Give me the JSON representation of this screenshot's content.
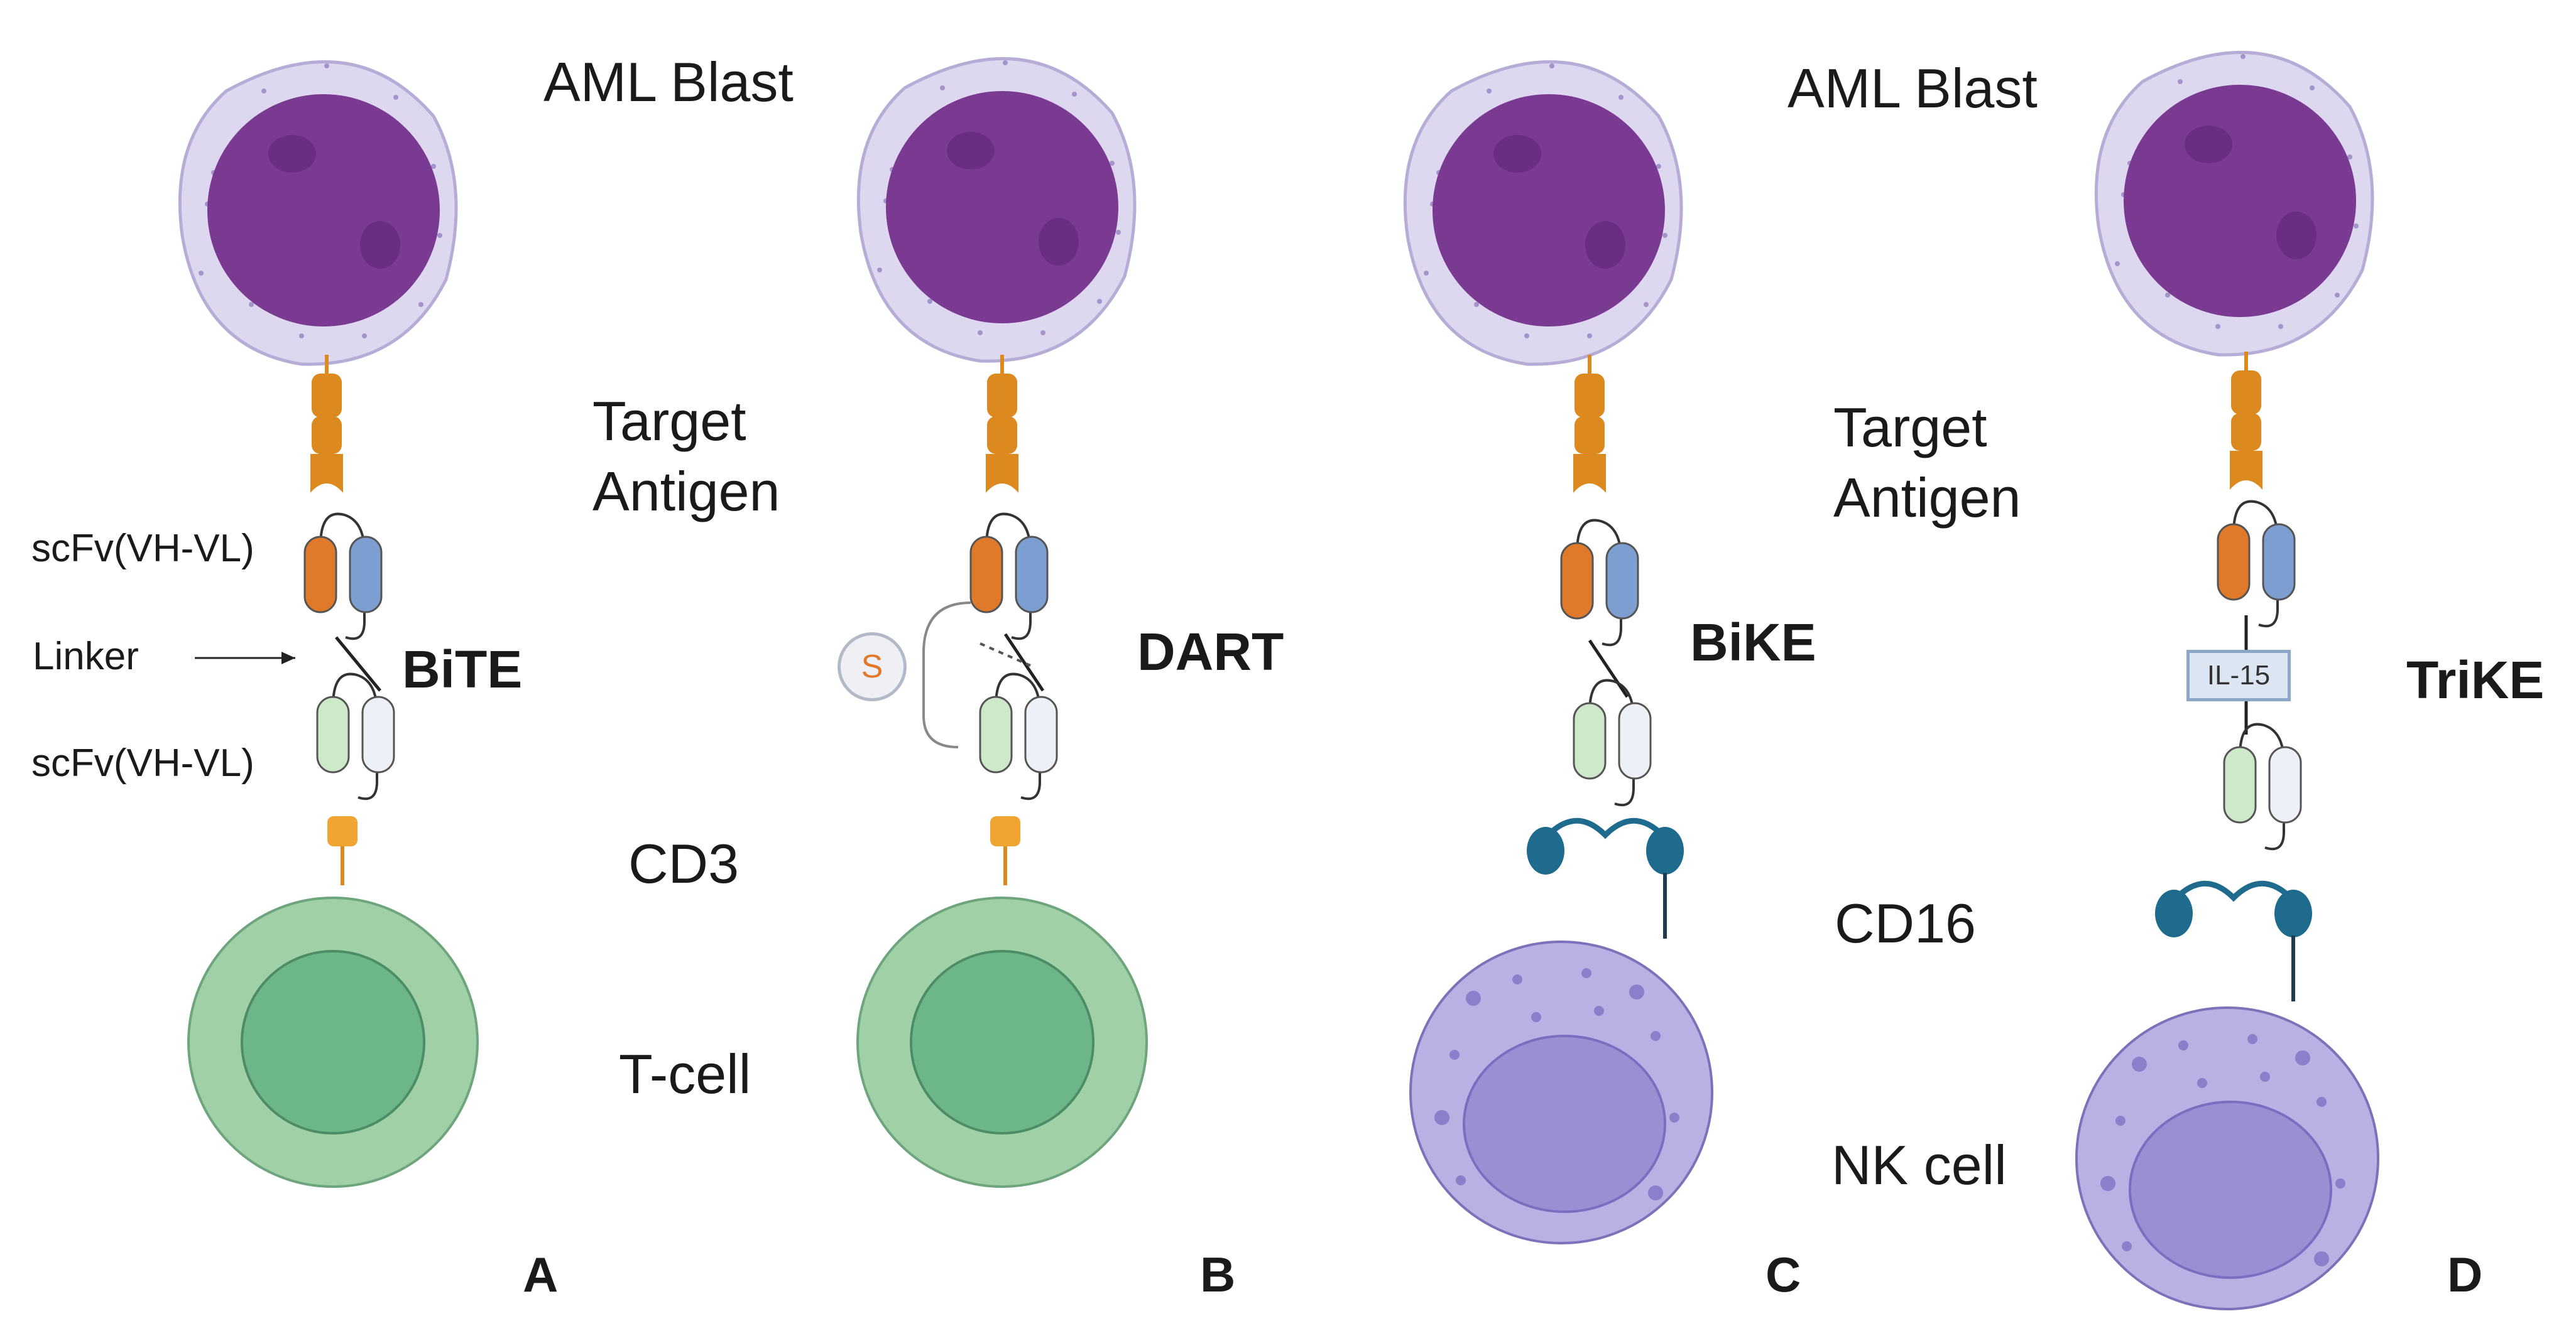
{
  "labels": {
    "aml_blast_left": "AML Blast",
    "aml_blast_right": "AML Blast",
    "target_antigen_left": "Target\nAntigen",
    "target_antigen_right": "Target\nAntigen",
    "scfv_top": "scFv(VH-VL)",
    "linker": "Linker",
    "scfv_bottom": "scFv(VH-VL)",
    "bite": "BiTE",
    "dart": "DART",
    "bike": "BiKE",
    "trike": "TriKE",
    "cd3": "CD3",
    "t_cell": "T-cell",
    "cd16": "CD16",
    "nk_cell": "NK cell",
    "il15": "IL-15",
    "s_domain": "S"
  },
  "panels": [
    "A",
    "B",
    "C",
    "D"
  ],
  "colors": {
    "blast_cytoplasm": "#ddd7f0",
    "blast_nucleus": "#7b3a92",
    "antigen": "#dc8a1f",
    "vh_orange": "#e07a2a",
    "vl_blue": "#7d9ed1",
    "vh_green": "#cde9c9",
    "vl_white": "#eef0f7",
    "cd3": "#f0a431",
    "tcell_outer": "#9fd0a7",
    "tcell_inner": "#6cb68a",
    "nk_outer": "#b9b1e4",
    "nk_inner": "#9a8fd2",
    "cd16": "#1f6b8e"
  }
}
